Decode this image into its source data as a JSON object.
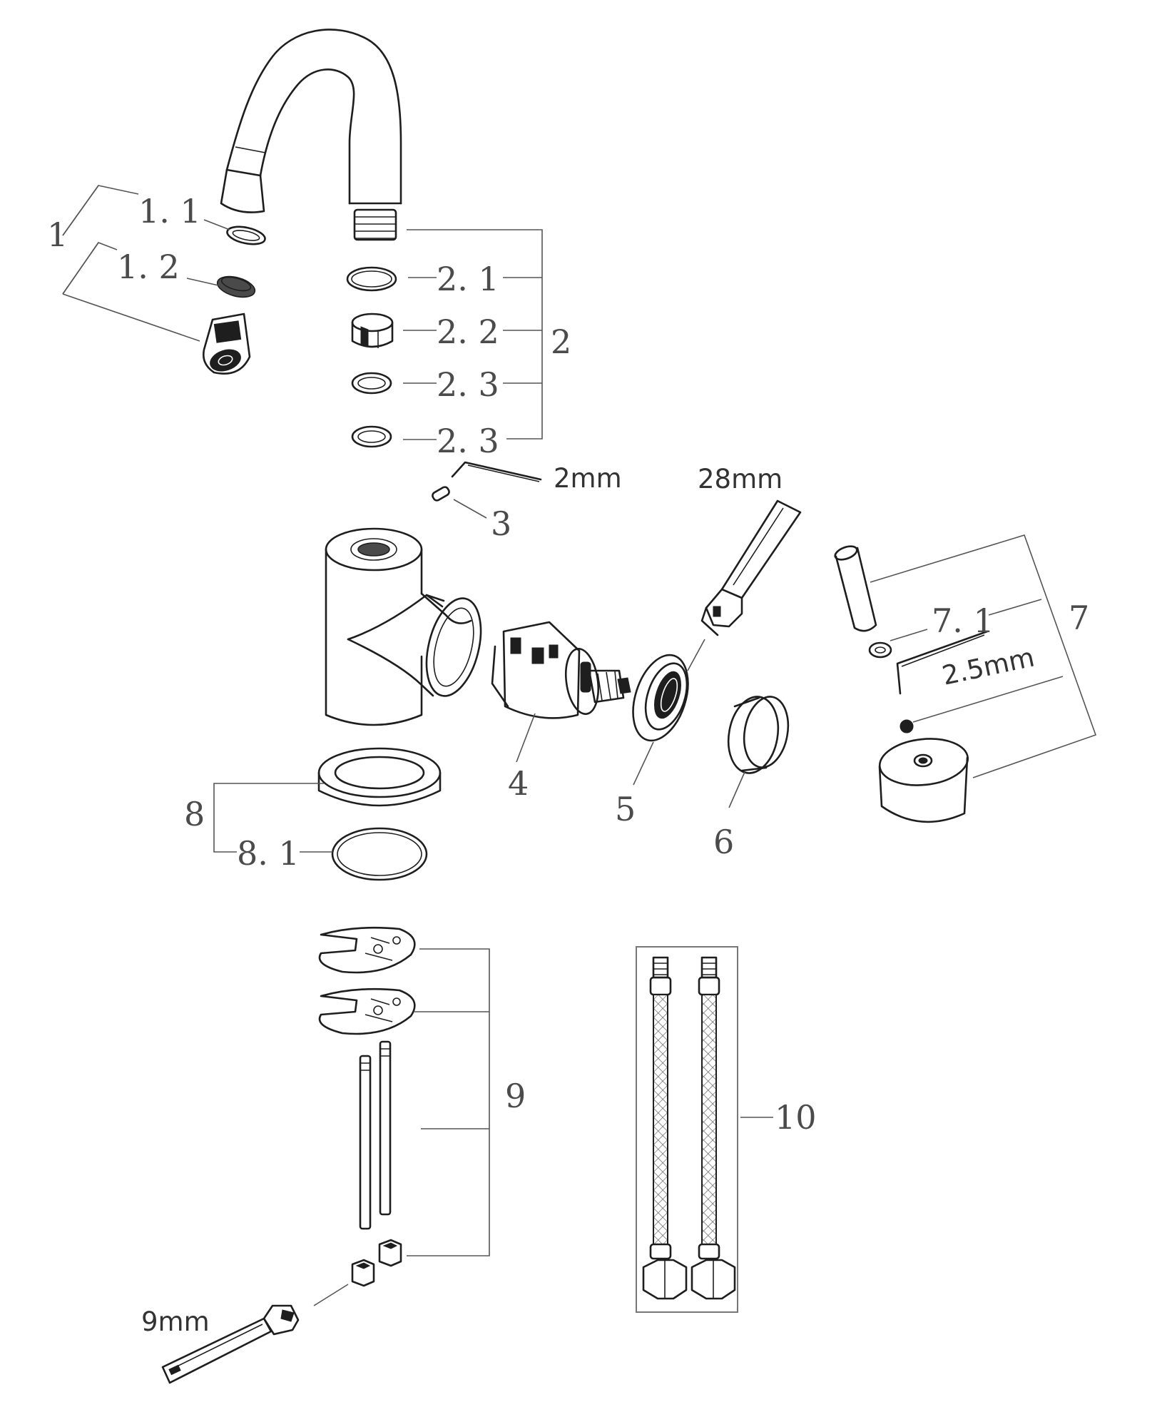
{
  "callouts": {
    "c1": "1",
    "c1_1": "1. 1",
    "c1_2": "1. 2",
    "c2": "2",
    "c2_1": "2. 1",
    "c2_2": "2. 2",
    "c2_3a": "2. 3",
    "c2_3b": "2. 3",
    "c3": "3",
    "c4": "4",
    "c5": "5",
    "c6": "6",
    "c7": "7",
    "c7_1": "7. 1",
    "c8": "8",
    "c8_1": "8. 1",
    "c9": "9",
    "c10": "10"
  },
  "tools": {
    "hex_2mm": "2mm",
    "wrench_28mm": "28mm",
    "hex_2_5mm": "2.5mm",
    "wrench_9mm": "9mm"
  },
  "parts": [
    "spout",
    "aerator-washer",
    "aerator-insert",
    "aerator-housing",
    "spout-thread",
    "o-ring",
    "spout-nut",
    "seal-ring",
    "seal-ring",
    "grub-screw",
    "hex-key",
    "faucet-body",
    "cartridge",
    "cartridge-nut",
    "adjustable-wrench",
    "cover-sleeve",
    "lever-pin",
    "washer",
    "set-screw",
    "handle-knob",
    "base-plate",
    "base-o-ring",
    "horseshoe-washer",
    "horseshoe-washer",
    "threaded-rod",
    "threaded-rod",
    "hex-nut",
    "hex-nut",
    "braided-hose",
    "braided-hose"
  ]
}
